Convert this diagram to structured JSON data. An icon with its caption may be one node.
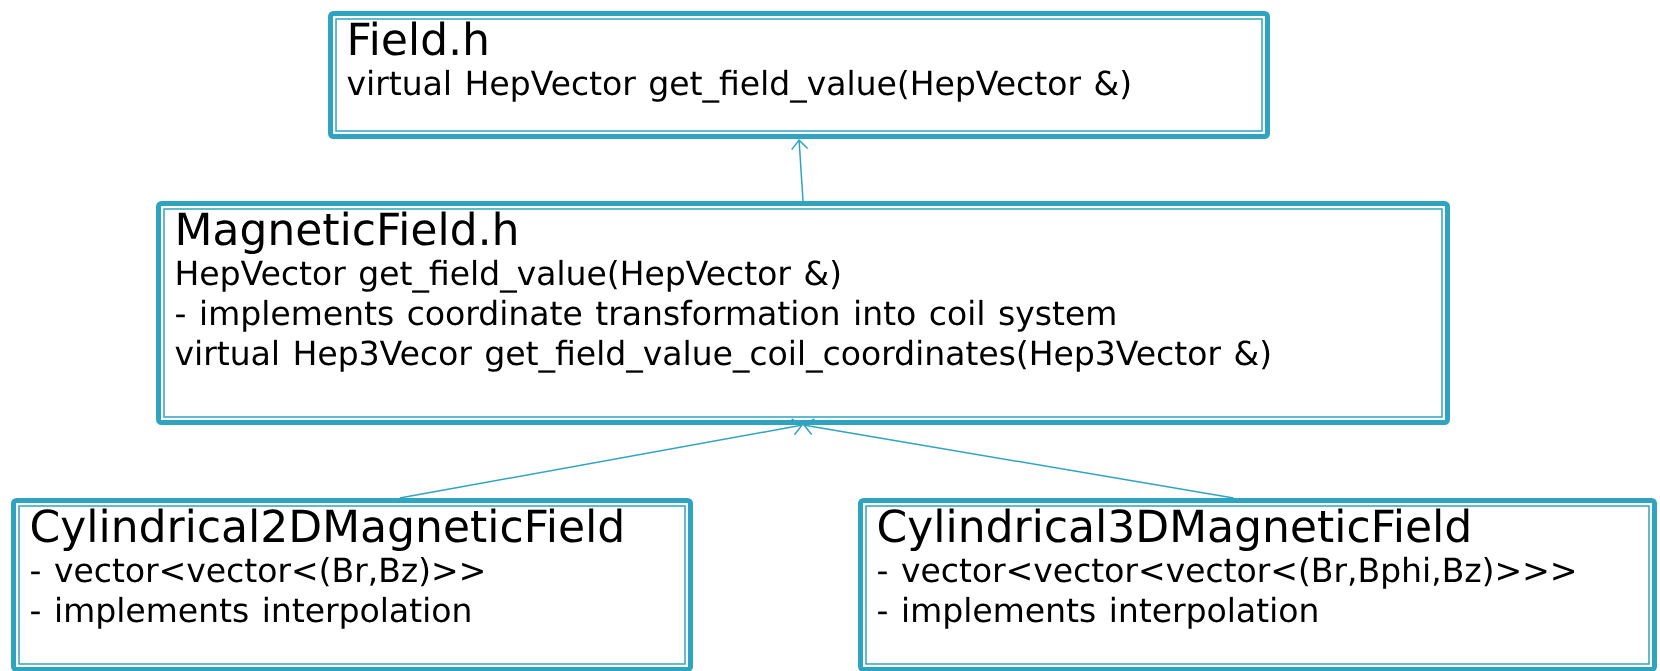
{
  "diagram": {
    "nodes": [
      {
        "text": [
          "Field.h",
          "virtual HepVector get_field_value(HepVector &)"
        ]
      },
      {
        "text": [
          "MagneticField.h",
          "HepVector get_field_value(HepVector &)",
          "- implements coordinate transformation into coil system",
          "virtual Hep3Vecor get_field_value_coil_coordinates(Hep3Vector &)"
        ]
      },
      {
        "text": [
          "Cylindrical2DMagneticField",
          "- vector<vector<(Br,Bz)>>",
          "- implements interpolation"
        ]
      },
      {
        "text": [
          "Cylindrical3DMagneticField",
          "- vector<vector<vector<(Br,Bphi,Bz)>>>",
          "- implements interpolation"
        ]
      }
    ],
    "edges": [
      {
        "from": 1,
        "to": 0,
        "arrow": "to"
      },
      {
        "from": 2,
        "to": 1,
        "arrow": "to"
      },
      {
        "from": 3,
        "to": 1,
        "arrow": "to"
      }
    ]
  }
}
